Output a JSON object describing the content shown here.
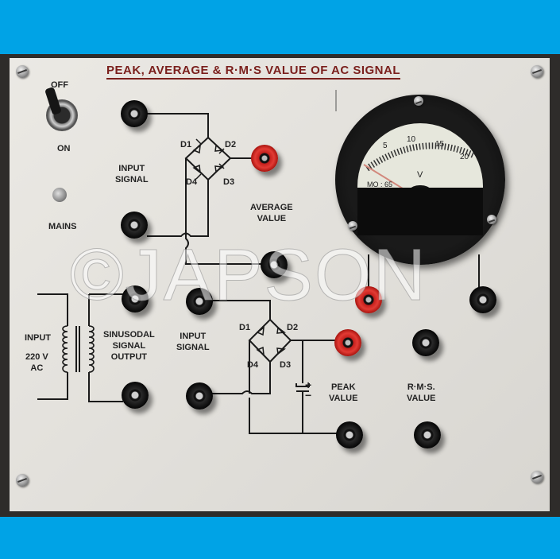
{
  "image": {
    "background_color": "#00a3e6",
    "panel_color": "#e6e4df",
    "title_color": "#7a1f1c",
    "jack_red_color": "#d42a24",
    "jack_black_color": "#111111"
  },
  "panel": {
    "title": "PEAK, AVERAGE & R·M·S VALUE OF AC SIGNAL",
    "switch": {
      "off_label": "OFF",
      "on_label": "ON"
    },
    "mains_label": "MAINS",
    "input_signal_top_label": "INPUT\nSIGNAL",
    "bridge_top": {
      "diodes": [
        "D1",
        "D2",
        "D3",
        "D4"
      ]
    },
    "average_value_label": "AVERAGE\nVALUE",
    "transformer": {
      "input_label": "INPUT",
      "voltage_label": "220 V\nAC"
    },
    "sinusoidal_output_label": "SINUSODAL\nSIGNAL\nOUTPUT",
    "input_signal_bottom_label": "INPUT\nSIGNAL",
    "bridge_bottom": {
      "diodes": [
        "D1",
        "D2",
        "D3",
        "D4"
      ]
    },
    "capacitor": {
      "plus": "+",
      "minus": "−"
    },
    "peak_value_label": "PEAK\nVALUE",
    "rms_value_label": "R·M·S.\nVALUE",
    "meter": {
      "scale_labels": [
        "5",
        "10",
        "15",
        "20"
      ],
      "unit": "V",
      "model": "MO : 65",
      "range_min": 0,
      "range_max": 20
    }
  },
  "watermark": "©JAPSON"
}
